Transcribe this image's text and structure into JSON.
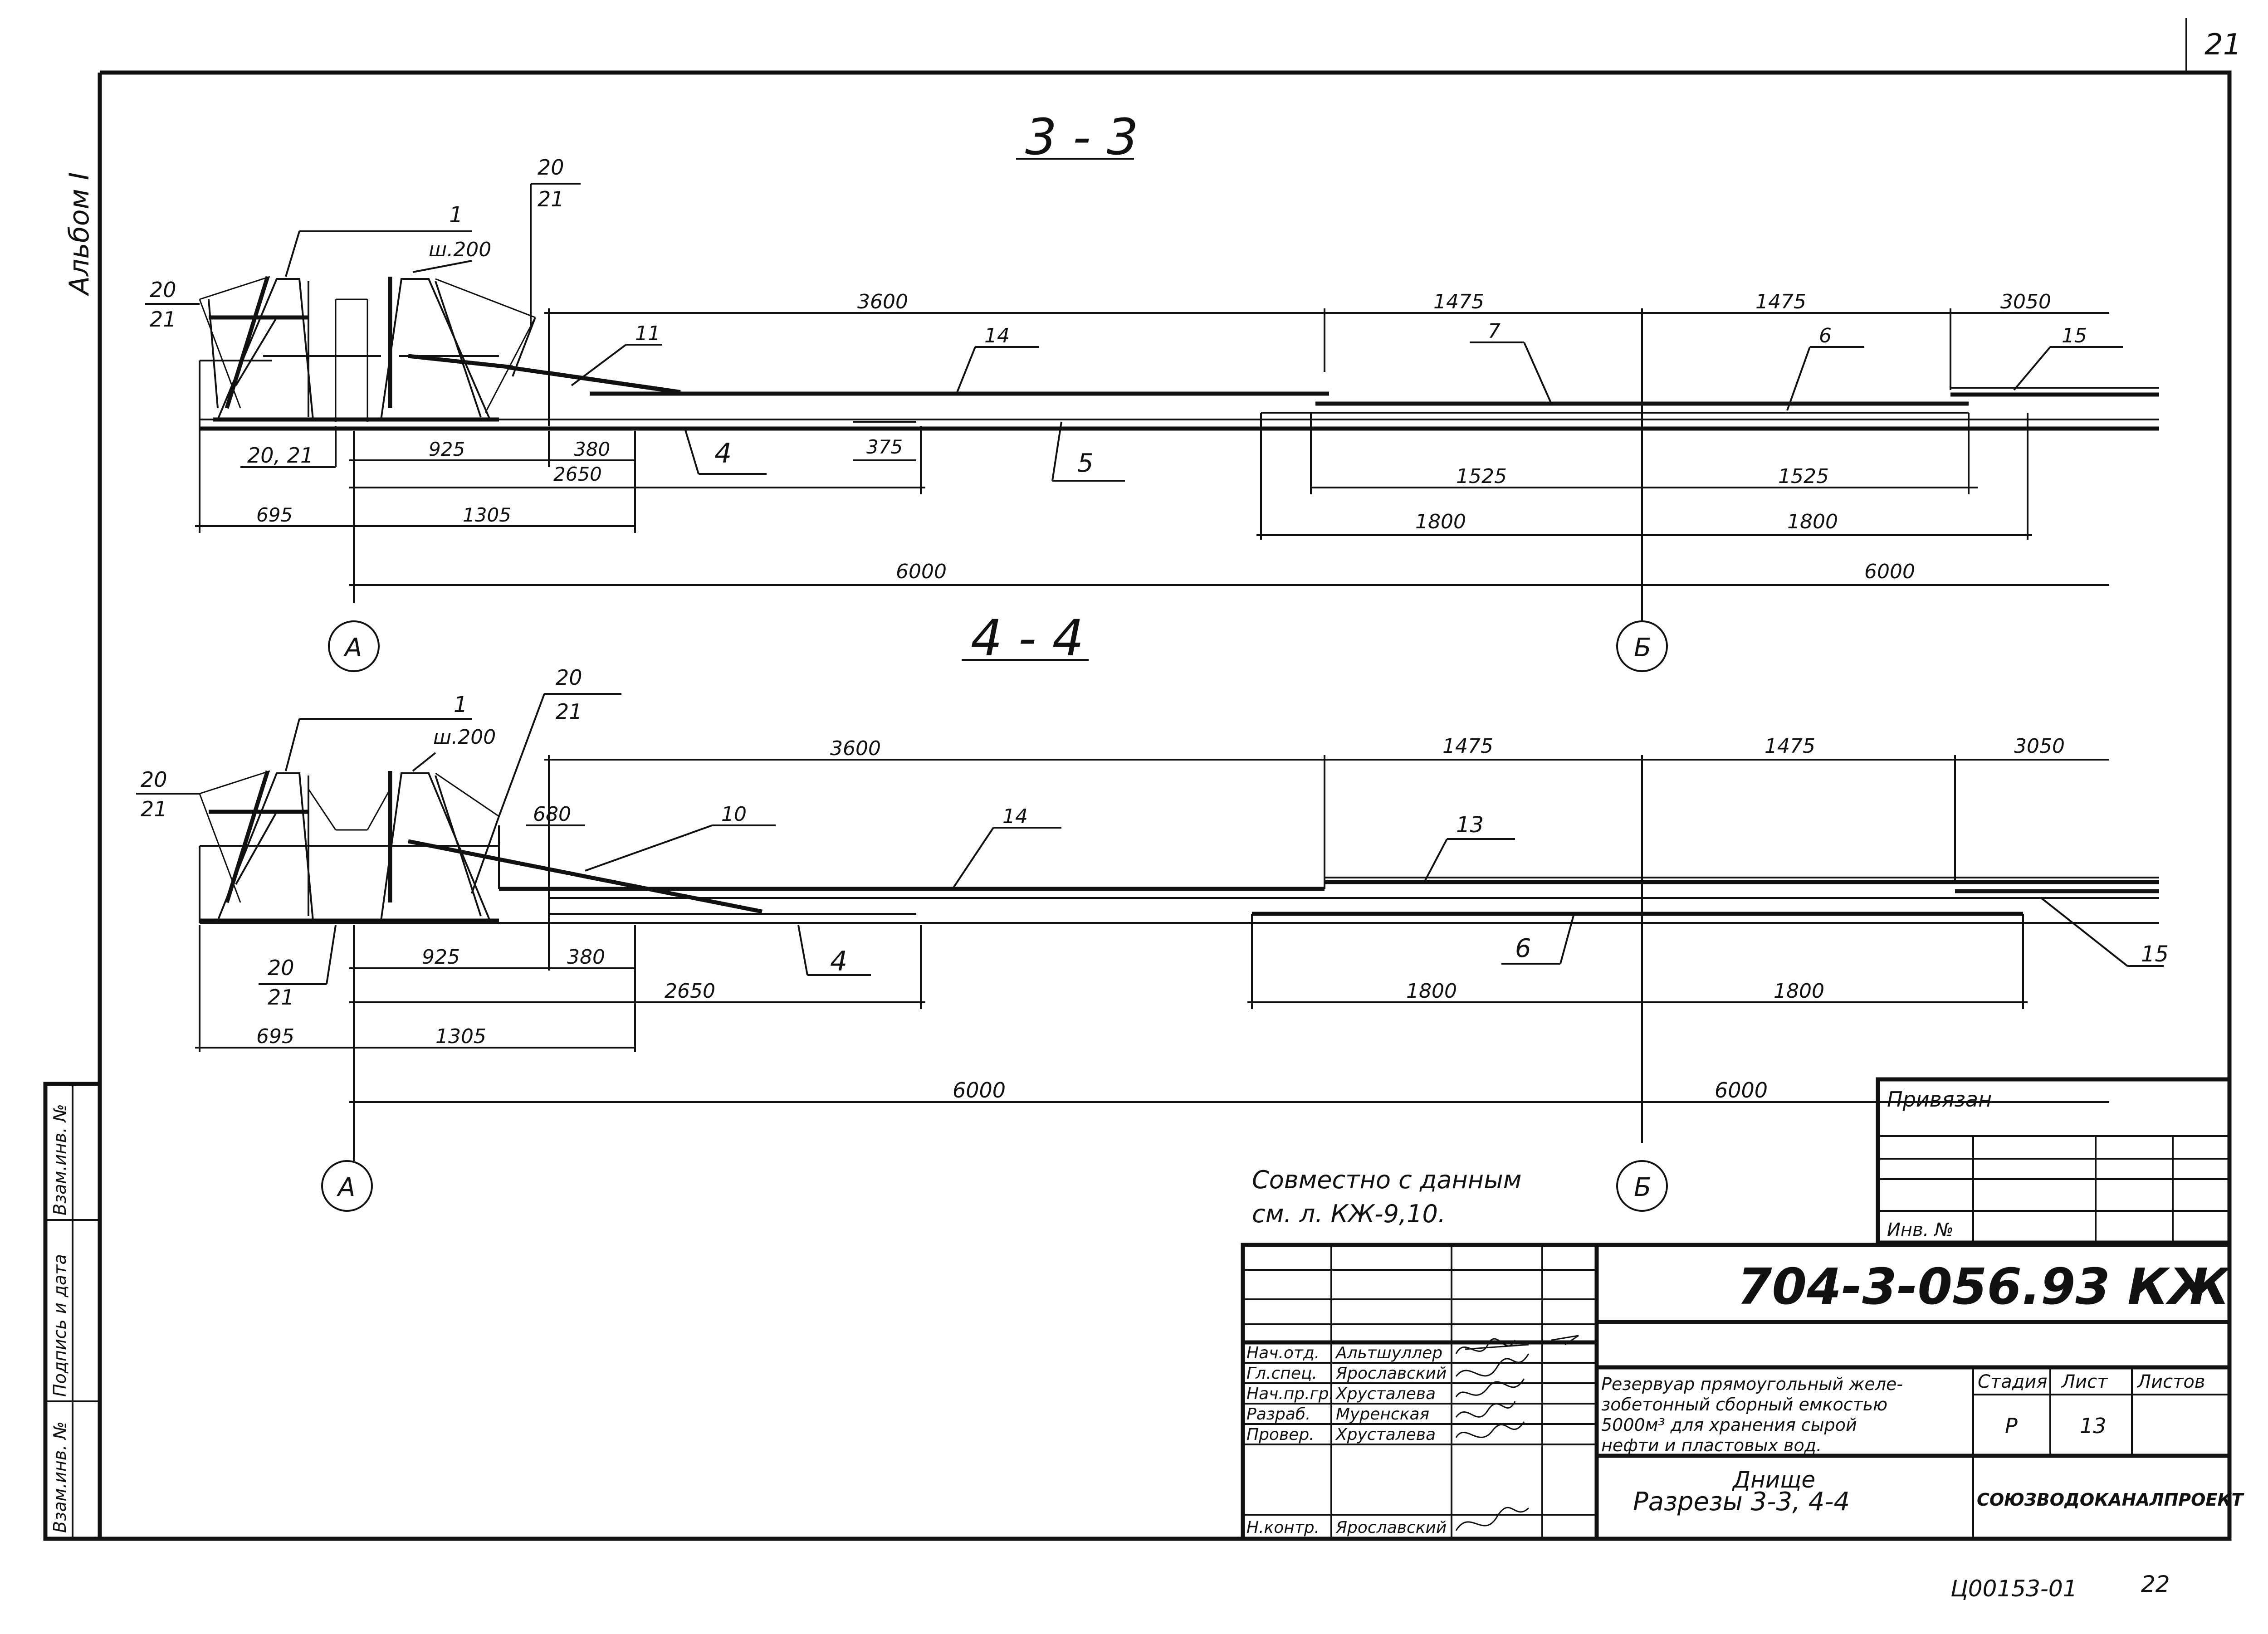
{
  "sheet": {
    "corner_number": "21",
    "album": "Альбом I",
    "archive_code": "Ц00153-01",
    "archive_page": "22"
  },
  "section_33": {
    "title": "3 - 3",
    "top_dims": [
      "3600",
      "1475",
      "1475",
      "3050"
    ],
    "bottom_dims": [
      "925",
      "380",
      "2650",
      "375",
      "1525",
      "1525",
      "695",
      "1305",
      "1800",
      "1800",
      "6000",
      "6000"
    ],
    "callouts": {
      "pos1": "1",
      "pos1_step": "ш.200",
      "ref_2021_top_a": "20",
      "ref_2021_top_b": "21",
      "ref_2021_left_a": "20",
      "ref_2021_left_b": "21",
      "ref_2021_bottom": "20, 21",
      "p11": "11",
      "p14": "14",
      "p7": "7",
      "p6": "6",
      "p15": "15",
      "p4": "4",
      "p5": "5"
    },
    "axes": [
      "А",
      "Б"
    ]
  },
  "section_44": {
    "title": "4 - 4",
    "top_dims": [
      "3600",
      "1475",
      "1475",
      "3050",
      "680"
    ],
    "bottom_dims": [
      "925",
      "380",
      "2650",
      "695",
      "1305",
      "1800",
      "1800",
      "6000",
      "6000"
    ],
    "callouts": {
      "pos1": "1",
      "pos1_step": "ш.200",
      "ref_2021_top_a": "20",
      "ref_2021_top_b": "21",
      "ref_2021_left_a": "20",
      "ref_2021_left_b": "21",
      "ref_2021_bottom_a": "20",
      "ref_2021_bottom_b": "21",
      "p10": "10",
      "p14": "14",
      "p13": "13",
      "p4": "4",
      "p6": "6",
      "p15": "15"
    },
    "axes": [
      "А",
      "Б"
    ]
  },
  "note": {
    "line1": "Совместно с данным",
    "line2": "см. л. КЖ-9,10."
  },
  "left_stamp": {
    "col1": "Взам.инв. №",
    "col2": "Подпись и дата",
    "col3": "Взам.инв. №"
  },
  "privyazan": {
    "label": "Привязан",
    "inv": "Инв. №"
  },
  "title_block": {
    "code": "704-3-056.93 КЖ",
    "roles": [
      "Нач.отд.",
      "Гл.спец.",
      "Нач.пр.гр.",
      "Разраб.",
      "Провер.",
      "Н.контр."
    ],
    "names": [
      "Альтшуллер",
      "Ярославский",
      "Хрусталева",
      "Муренская",
      "Хрусталева",
      "Ярославский"
    ],
    "project_title": [
      "Резервуар прямоугольный желе-",
      "зобетонный сборный емкостью",
      "5000м³ для хранения сырой",
      "нефти и пластовых вод."
    ],
    "stage_label": "Стадия",
    "sheet_label": "Лист",
    "sheets_label": "Листов",
    "stage": "Р",
    "sheet": "13",
    "drawing_name_1": "Днище",
    "drawing_name_2": "Разрезы 3-3, 4-4",
    "organization": "СОЮЗВОДОКАНАЛПРОЕКТ"
  }
}
